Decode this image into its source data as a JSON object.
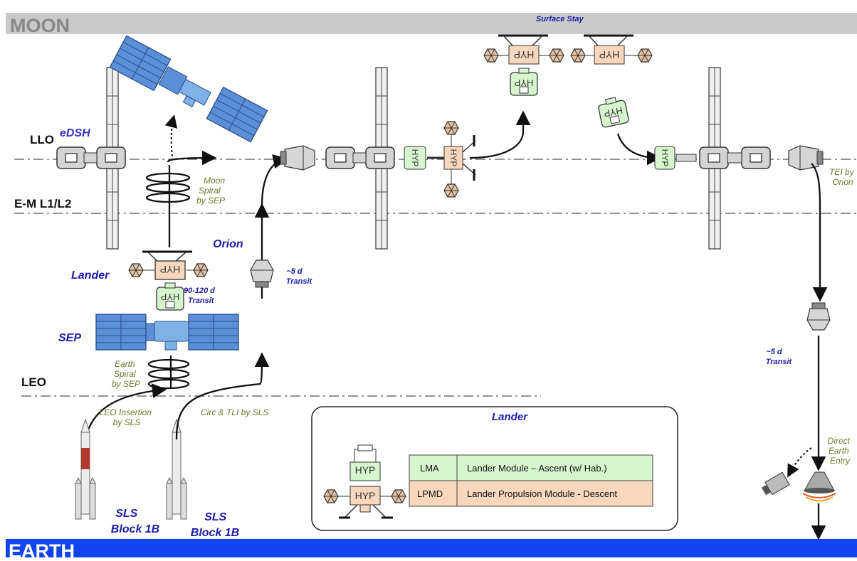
{
  "bands": {
    "moon": "MOON",
    "earth": "EARTH"
  },
  "levels": {
    "llo": "LLO",
    "eml": "E-M L1/L2",
    "leo": "LEO"
  },
  "labels": {
    "edsh": "eDSH",
    "surface_stay": "Surface Stay",
    "orion": "Orion",
    "lander": "Lander",
    "sep": "SEP",
    "transit_90": [
      "90-120 d",
      "Transit"
    ],
    "transit_5a": [
      "~5 d",
      "Transit"
    ],
    "transit_5b": [
      "~5 d",
      "Transit"
    ],
    "moon_spiral": [
      "Moon",
      "Spiral",
      "by SEP"
    ],
    "earth_spiral": [
      "Earth",
      "Spiral",
      "by SEP"
    ],
    "leo_insertion": [
      "LEO Insertion",
      "by SLS"
    ],
    "circ_tli": "Circ & TLI by SLS",
    "tei": [
      "TEI by",
      "Orion"
    ],
    "direct_entry": [
      "Direct",
      "Earth",
      "Entry"
    ],
    "sls1": [
      "SLS",
      "Block 1B"
    ],
    "sls2": [
      "SLS",
      "Block 1B"
    ],
    "hyp": "HYP"
  },
  "legend": {
    "title": "Lander",
    "rows": [
      {
        "code": "LMA",
        "desc": "Lander Module – Ascent (w/ Hab.)",
        "color": "#d7f5cf"
      },
      {
        "code": "LPMD",
        "desc": "Lander Propulsion Module - Descent",
        "color": "#f8d7bc"
      }
    ]
  },
  "colors": {
    "moon_band": "#c9c9c9",
    "earth_band": "#1144ee",
    "hyp_ascent": "#d7f5cf",
    "hyp_descent": "#f8d7bc",
    "solar_panel": "#5b8fd6"
  }
}
